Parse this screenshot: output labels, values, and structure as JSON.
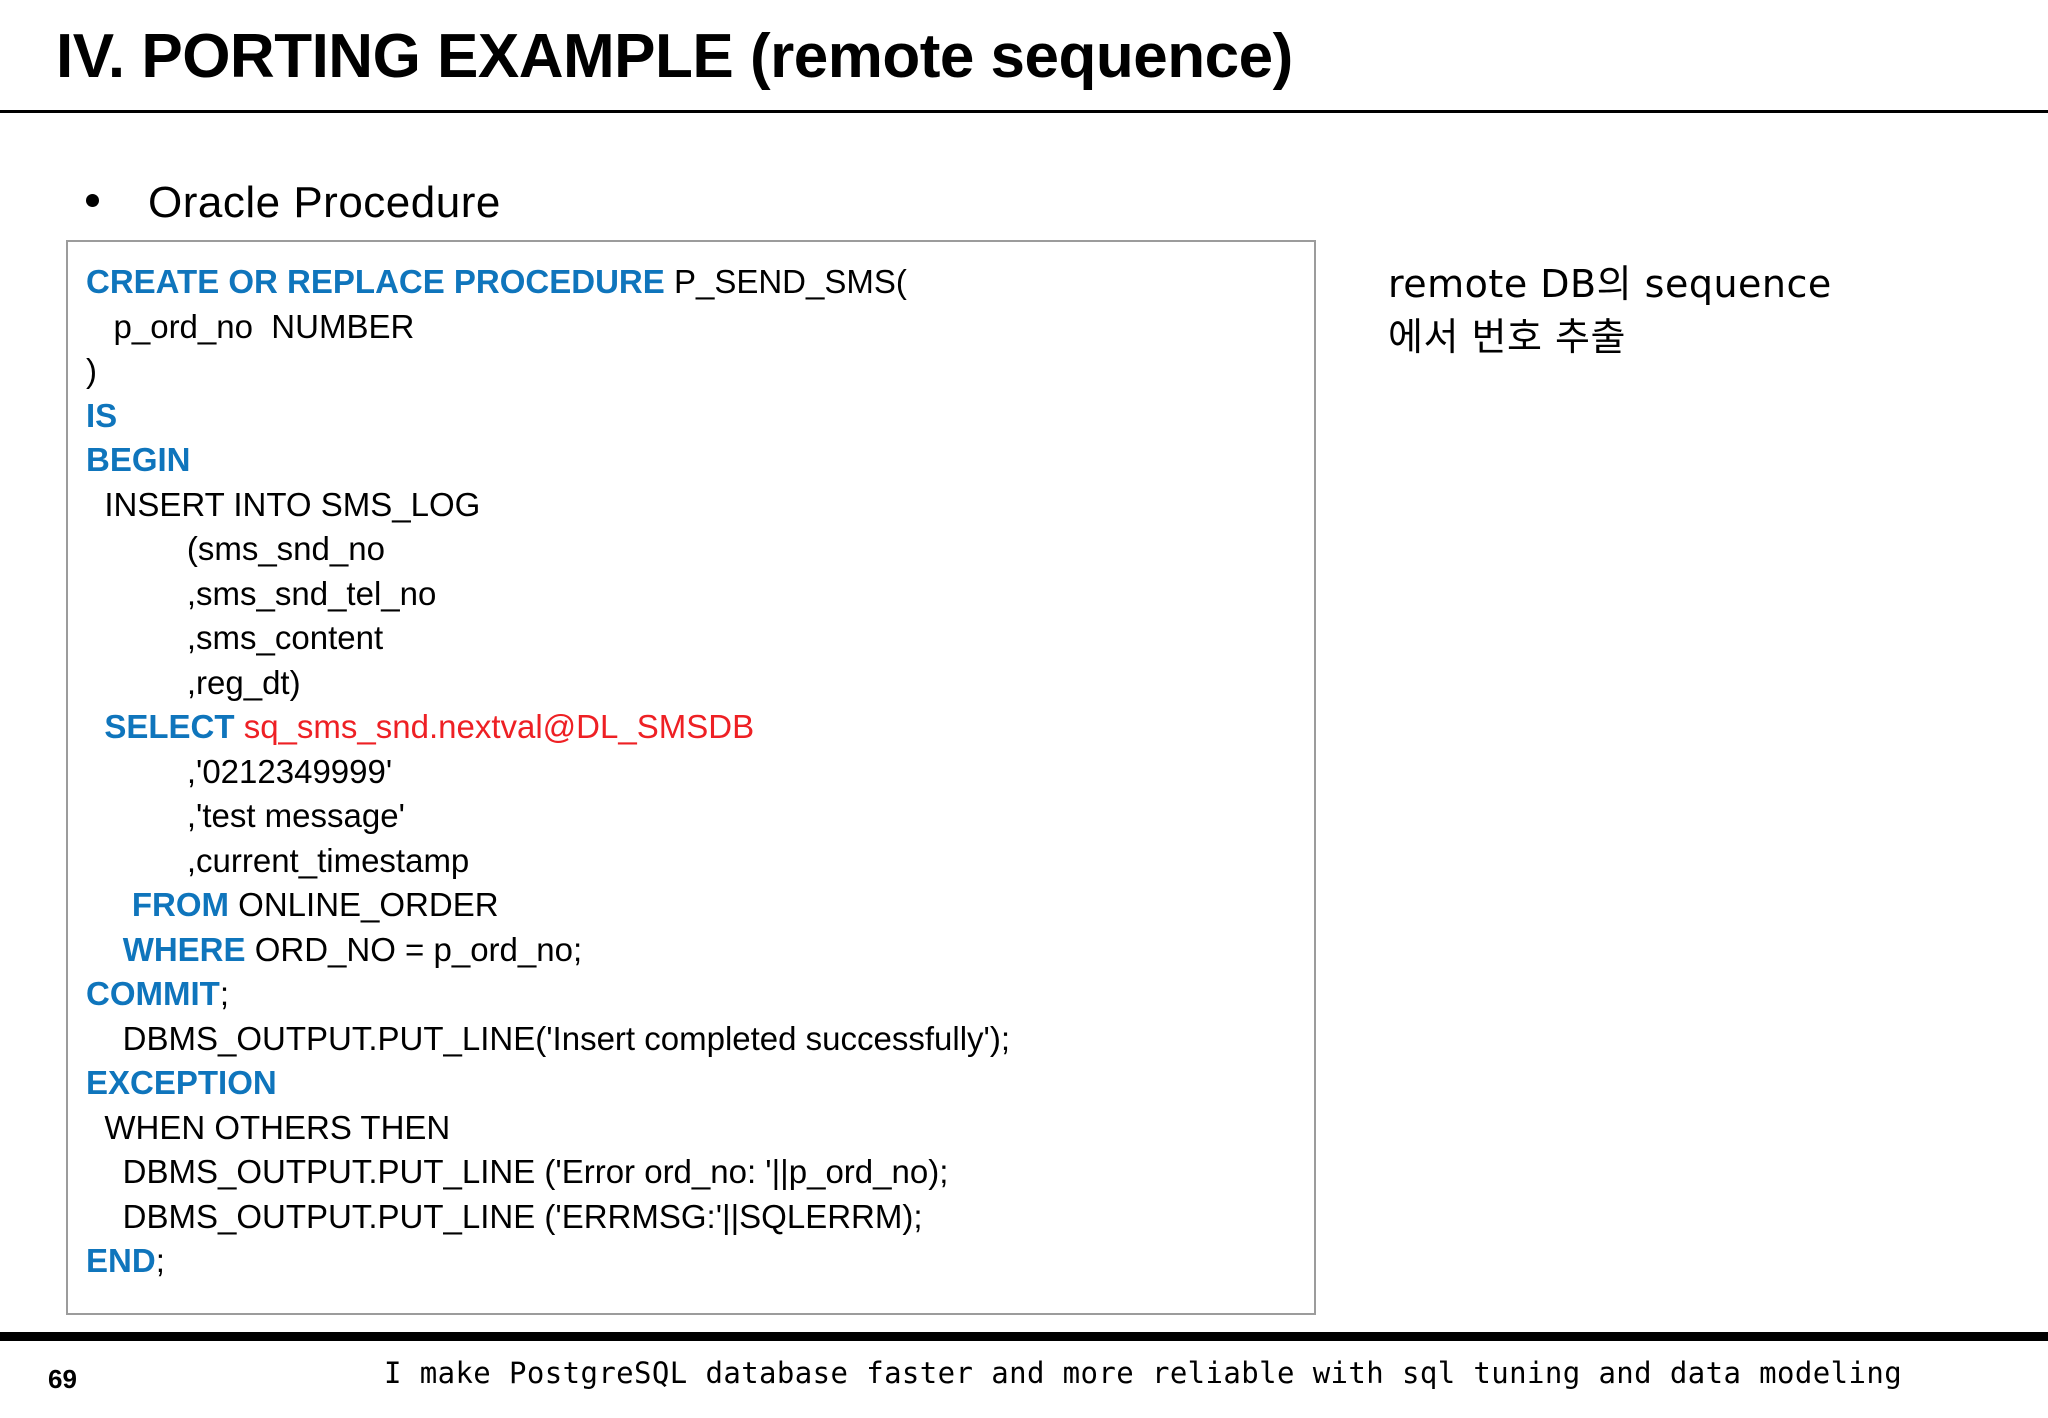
{
  "slide": {
    "title": "IV. PORTING EXAMPLE (remote sequence)",
    "page_number": "69",
    "footer_text": "I make PostgreSQL database faster and more reliable with sql tuning and data modeling"
  },
  "section": {
    "bullet_label": "Oracle Procedure",
    "bullet_glyph": "•"
  },
  "annotation": {
    "line1": "remote DB의 sequence",
    "line2": "에서 번호 추출"
  },
  "colors": {
    "keyword_blue": "#0f75bc",
    "highlight_red": "#ee2024",
    "text_black": "#000000",
    "box_border_gray": "#9c9c9c"
  },
  "code": {
    "language": "PL/SQL",
    "lines": [
      {
        "indent": 0,
        "parts": [
          {
            "t": "CREATE OR REPLACE PROCEDURE",
            "s": "kw"
          },
          {
            "t": " P_SEND_SMS(",
            "s": "plain"
          }
        ]
      },
      {
        "indent": 0,
        "parts": [
          {
            "t": "   p_ord_no  NUMBER",
            "s": "plain"
          }
        ]
      },
      {
        "indent": 0,
        "parts": [
          {
            "t": ")",
            "s": "plain"
          }
        ]
      },
      {
        "indent": 0,
        "parts": [
          {
            "t": "IS",
            "s": "kw"
          }
        ]
      },
      {
        "indent": 0,
        "parts": [
          {
            "t": "BEGIN",
            "s": "kw"
          }
        ]
      },
      {
        "indent": 0,
        "parts": [
          {
            "t": "  INSERT INTO SMS_LOG",
            "s": "plain"
          }
        ]
      },
      {
        "indent": 0,
        "parts": [
          {
            "t": "           (sms_snd_no",
            "s": "plain"
          }
        ]
      },
      {
        "indent": 0,
        "parts": [
          {
            "t": "           ,sms_snd_tel_no",
            "s": "plain"
          }
        ]
      },
      {
        "indent": 0,
        "parts": [
          {
            "t": "           ,sms_content",
            "s": "plain"
          }
        ]
      },
      {
        "indent": 0,
        "parts": [
          {
            "t": "           ,reg_dt)",
            "s": "plain"
          }
        ]
      },
      {
        "indent": 0,
        "parts": [
          {
            "t": "  ",
            "s": "plain"
          },
          {
            "t": "SELECT",
            "s": "kw"
          },
          {
            "t": " ",
            "s": "plain"
          },
          {
            "t": "sq_sms_snd.nextval@DL_SMSDB",
            "s": "red"
          }
        ]
      },
      {
        "indent": 0,
        "parts": [
          {
            "t": "           ,'0212349999'",
            "s": "plain"
          }
        ]
      },
      {
        "indent": 0,
        "parts": [
          {
            "t": "           ,'test message'",
            "s": "plain"
          }
        ]
      },
      {
        "indent": 0,
        "parts": [
          {
            "t": "           ,current_timestamp",
            "s": "plain"
          }
        ]
      },
      {
        "indent": 0,
        "parts": [
          {
            "t": "     ",
            "s": "plain"
          },
          {
            "t": "FROM",
            "s": "kw"
          },
          {
            "t": " ONLINE_ORDER",
            "s": "plain"
          }
        ]
      },
      {
        "indent": 0,
        "parts": [
          {
            "t": "    ",
            "s": "plain"
          },
          {
            "t": "WHERE",
            "s": "kw"
          },
          {
            "t": " ORD_NO = p_ord_no;",
            "s": "plain"
          }
        ]
      },
      {
        "indent": 0,
        "parts": [
          {
            "t": "COMMIT",
            "s": "kw"
          },
          {
            "t": ";",
            "s": "plain"
          }
        ]
      },
      {
        "indent": 0,
        "parts": [
          {
            "t": "    DBMS_OUTPUT.PUT_LINE('Insert completed successfully');",
            "s": "plain"
          }
        ]
      },
      {
        "indent": 0,
        "parts": [
          {
            "t": "EXCEPTION",
            "s": "kw"
          }
        ]
      },
      {
        "indent": 0,
        "parts": [
          {
            "t": "  WHEN OTHERS THEN",
            "s": "plain"
          }
        ]
      },
      {
        "indent": 0,
        "parts": [
          {
            "t": "    DBMS_OUTPUT.PUT_LINE ('Error ord_no: '||p_ord_no);",
            "s": "plain"
          }
        ]
      },
      {
        "indent": 0,
        "parts": [
          {
            "t": "    DBMS_OUTPUT.PUT_LINE ('ERRMSG:'||SQLERRM);",
            "s": "plain"
          }
        ]
      },
      {
        "indent": 0,
        "parts": [
          {
            "t": "END",
            "s": "kw"
          },
          {
            "t": ";",
            "s": "plain"
          }
        ]
      }
    ]
  }
}
